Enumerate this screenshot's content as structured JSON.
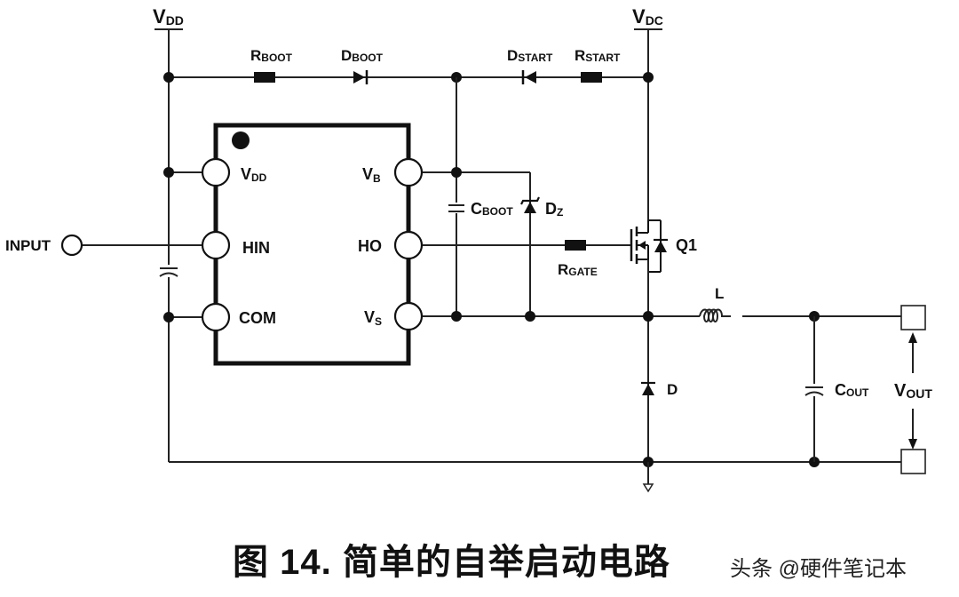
{
  "diagram": {
    "type": "circuit-schematic",
    "rails": {
      "vdd": {
        "main": "V",
        "sub": "DD"
      },
      "vdc": {
        "main": "V",
        "sub": "DC"
      }
    },
    "components": {
      "r_boot": {
        "main": "R",
        "sub": "BOOT"
      },
      "d_boot": {
        "main": "D",
        "sub": "BOOT"
      },
      "d_start": {
        "main": "D",
        "sub": "START"
      },
      "r_start": {
        "main": "R",
        "sub": "START"
      },
      "c_boot": {
        "main": "C",
        "sub": "BOOT"
      },
      "d_z": {
        "main": "D",
        "sub": "Z"
      },
      "r_gate": {
        "main": "R",
        "sub": "GATE"
      },
      "q1": "Q1",
      "inductor": "L",
      "diode": "D",
      "c_out": {
        "main": "C",
        "sub": "OUT"
      },
      "v_out": {
        "main": "V",
        "sub": "OUT"
      }
    },
    "ic_pins": {
      "left": [
        {
          "main": "V",
          "sub": "DD"
        },
        {
          "main": "HIN",
          "sub": ""
        },
        {
          "main": "COM",
          "sub": ""
        }
      ],
      "right": [
        {
          "main": "V",
          "sub": "B"
        },
        {
          "main": "HO",
          "sub": ""
        },
        {
          "main": "V",
          "sub": "S"
        }
      ]
    },
    "input_label": "INPUT"
  },
  "caption": "图 14. 简单的自举启动电路",
  "watermark": "头条 @硬件笔记本"
}
